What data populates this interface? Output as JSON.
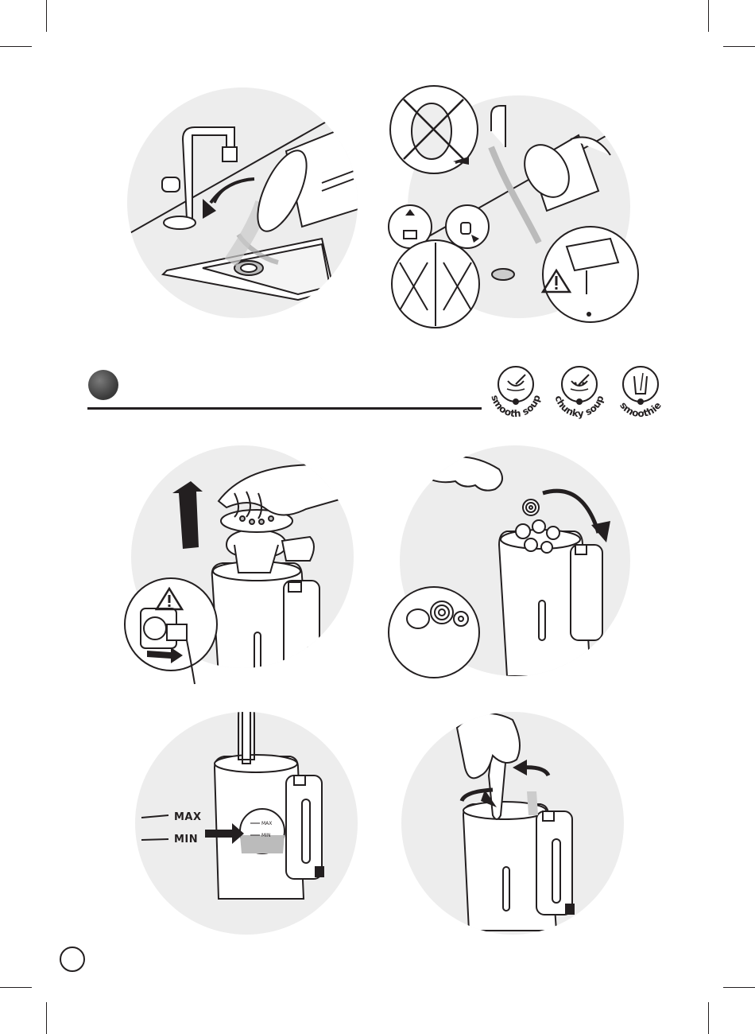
{
  "modes": {
    "smooth": {
      "label": "smooth soup",
      "icon": "smooth-soup-icon"
    },
    "chunky": {
      "label": "chunky soup",
      "icon": "chunky-soup-icon"
    },
    "smoothie": {
      "label": "smoothie",
      "icon": "smoothie-icon"
    }
  },
  "levels": {
    "max": "MAX",
    "min": "MIN",
    "max_small": "MAX",
    "min_small": "MIN"
  },
  "colors": {
    "ink": "#231f20",
    "circle_bg": "#ededed",
    "section_dot": "#4a4a4a"
  }
}
